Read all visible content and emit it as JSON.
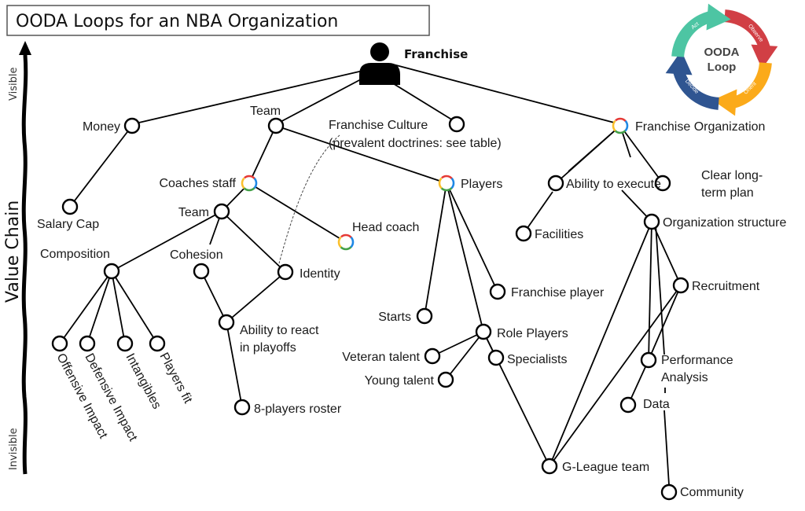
{
  "title": "OODA Loops for an NBA Organization",
  "axis": {
    "label": "Value Chain",
    "top": "Visible",
    "bottom": "Invisible"
  },
  "ooda": {
    "center_line1": "OODA",
    "center_line2": "Loop",
    "steps": [
      "Observe",
      "Orient",
      "Decide",
      "Act"
    ],
    "colors": {
      "observe": "#d13f45",
      "orient": "#fbaa1a",
      "decide": "#2f5591",
      "act": "#4dc5a3"
    }
  },
  "nodes": {
    "franchise": "Franchise",
    "money": "Money",
    "salary_cap": "Salary Cap",
    "team": "Team",
    "franchise_culture_1": "Franchise Culture",
    "franchise_culture_2": "(prevalent doctrines: see table)",
    "franchise_org": "Franchise Organization",
    "coaches_staff": "Coaches staff",
    "team_sub": "Team",
    "head_coach": "Head coach",
    "players": "Players",
    "composition": "Composition",
    "cohesion": "Cohesion",
    "identity": "Identity",
    "ability_react_1": "Ability to react",
    "ability_react_2": "in playoffs",
    "roster": "8-players roster",
    "offensive": "Offensive Impact",
    "defensive": "Defensive Impact",
    "intangibles": "Intangibles",
    "players_fit": "Players fit",
    "starts": "Starts",
    "role_players": "Role Players",
    "veteran": "Veteran talent",
    "young": "Young talent",
    "specialists": "Specialists",
    "franchise_player": "Franchise player",
    "g_league": "G-League team",
    "ability_execute": "Ability to execute",
    "clear_plan_1": "Clear long-",
    "clear_plan_2": "term plan",
    "facilities": "Facilities",
    "org_structure": "Organization structure",
    "recruitment": "Recruitment",
    "perf_1": "Performance",
    "perf_2": "Analysis",
    "data": "Data",
    "community": "Community"
  }
}
